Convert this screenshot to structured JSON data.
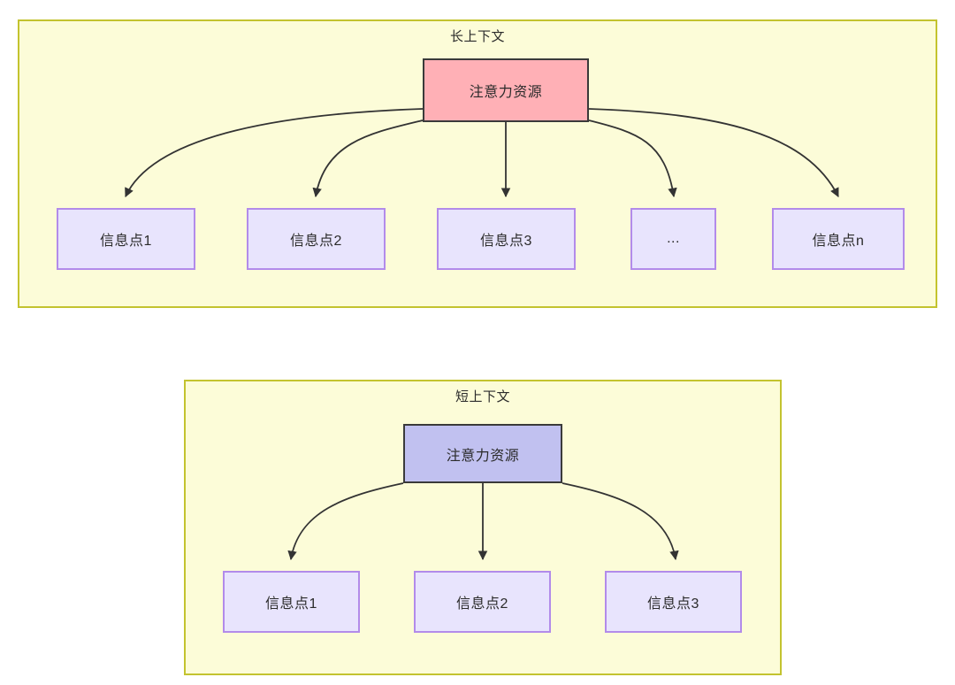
{
  "diagram": {
    "type": "tree-diagram",
    "background": "#ffffff",
    "colors": {
      "group_fill": "#fcfcd8",
      "group_border": "#c3c32f",
      "root_long_fill": "#ffb0b6",
      "root_short_fill": "#c1c1f0",
      "root_border": "#3a3a3a",
      "leaf_fill": "#e8e4fd",
      "leaf_border": "#b28bea",
      "edge_stroke": "#333333",
      "text": "#2b2b2b"
    },
    "groups": [
      {
        "id": "long-context",
        "title": "长上下文",
        "root": {
          "label": "注意力资源"
        },
        "leaves": [
          {
            "label": "信息点1"
          },
          {
            "label": "信息点2"
          },
          {
            "label": "信息点3"
          },
          {
            "label": "..."
          },
          {
            "label": "信息点n"
          }
        ]
      },
      {
        "id": "short-context",
        "title": "短上下文",
        "root": {
          "label": "注意力资源"
        },
        "leaves": [
          {
            "label": "信息点1"
          },
          {
            "label": "信息点2"
          },
          {
            "label": "信息点3"
          }
        ]
      }
    ]
  }
}
